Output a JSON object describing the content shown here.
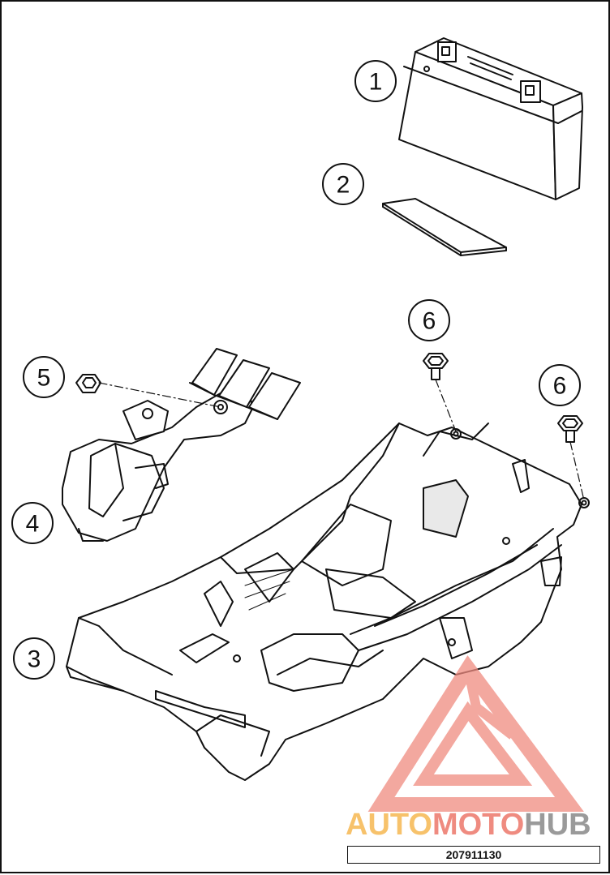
{
  "callouts": [
    {
      "id": "1",
      "label": "1"
    },
    {
      "id": "2",
      "label": "2"
    },
    {
      "id": "3",
      "label": "3"
    },
    {
      "id": "4",
      "label": "4"
    },
    {
      "id": "5",
      "label": "5"
    },
    {
      "id": "6a",
      "label": "6"
    },
    {
      "id": "6b",
      "label": "6"
    }
  ],
  "watermark": {
    "part1": "AUTO",
    "part2": "MOTO",
    "part3": "HUB",
    "colors": {
      "auto": "#f7c26b",
      "moto": "#ef8b80",
      "hub": "#9a9a9a",
      "logo": "#f08b80"
    }
  },
  "part_code": "207911130"
}
